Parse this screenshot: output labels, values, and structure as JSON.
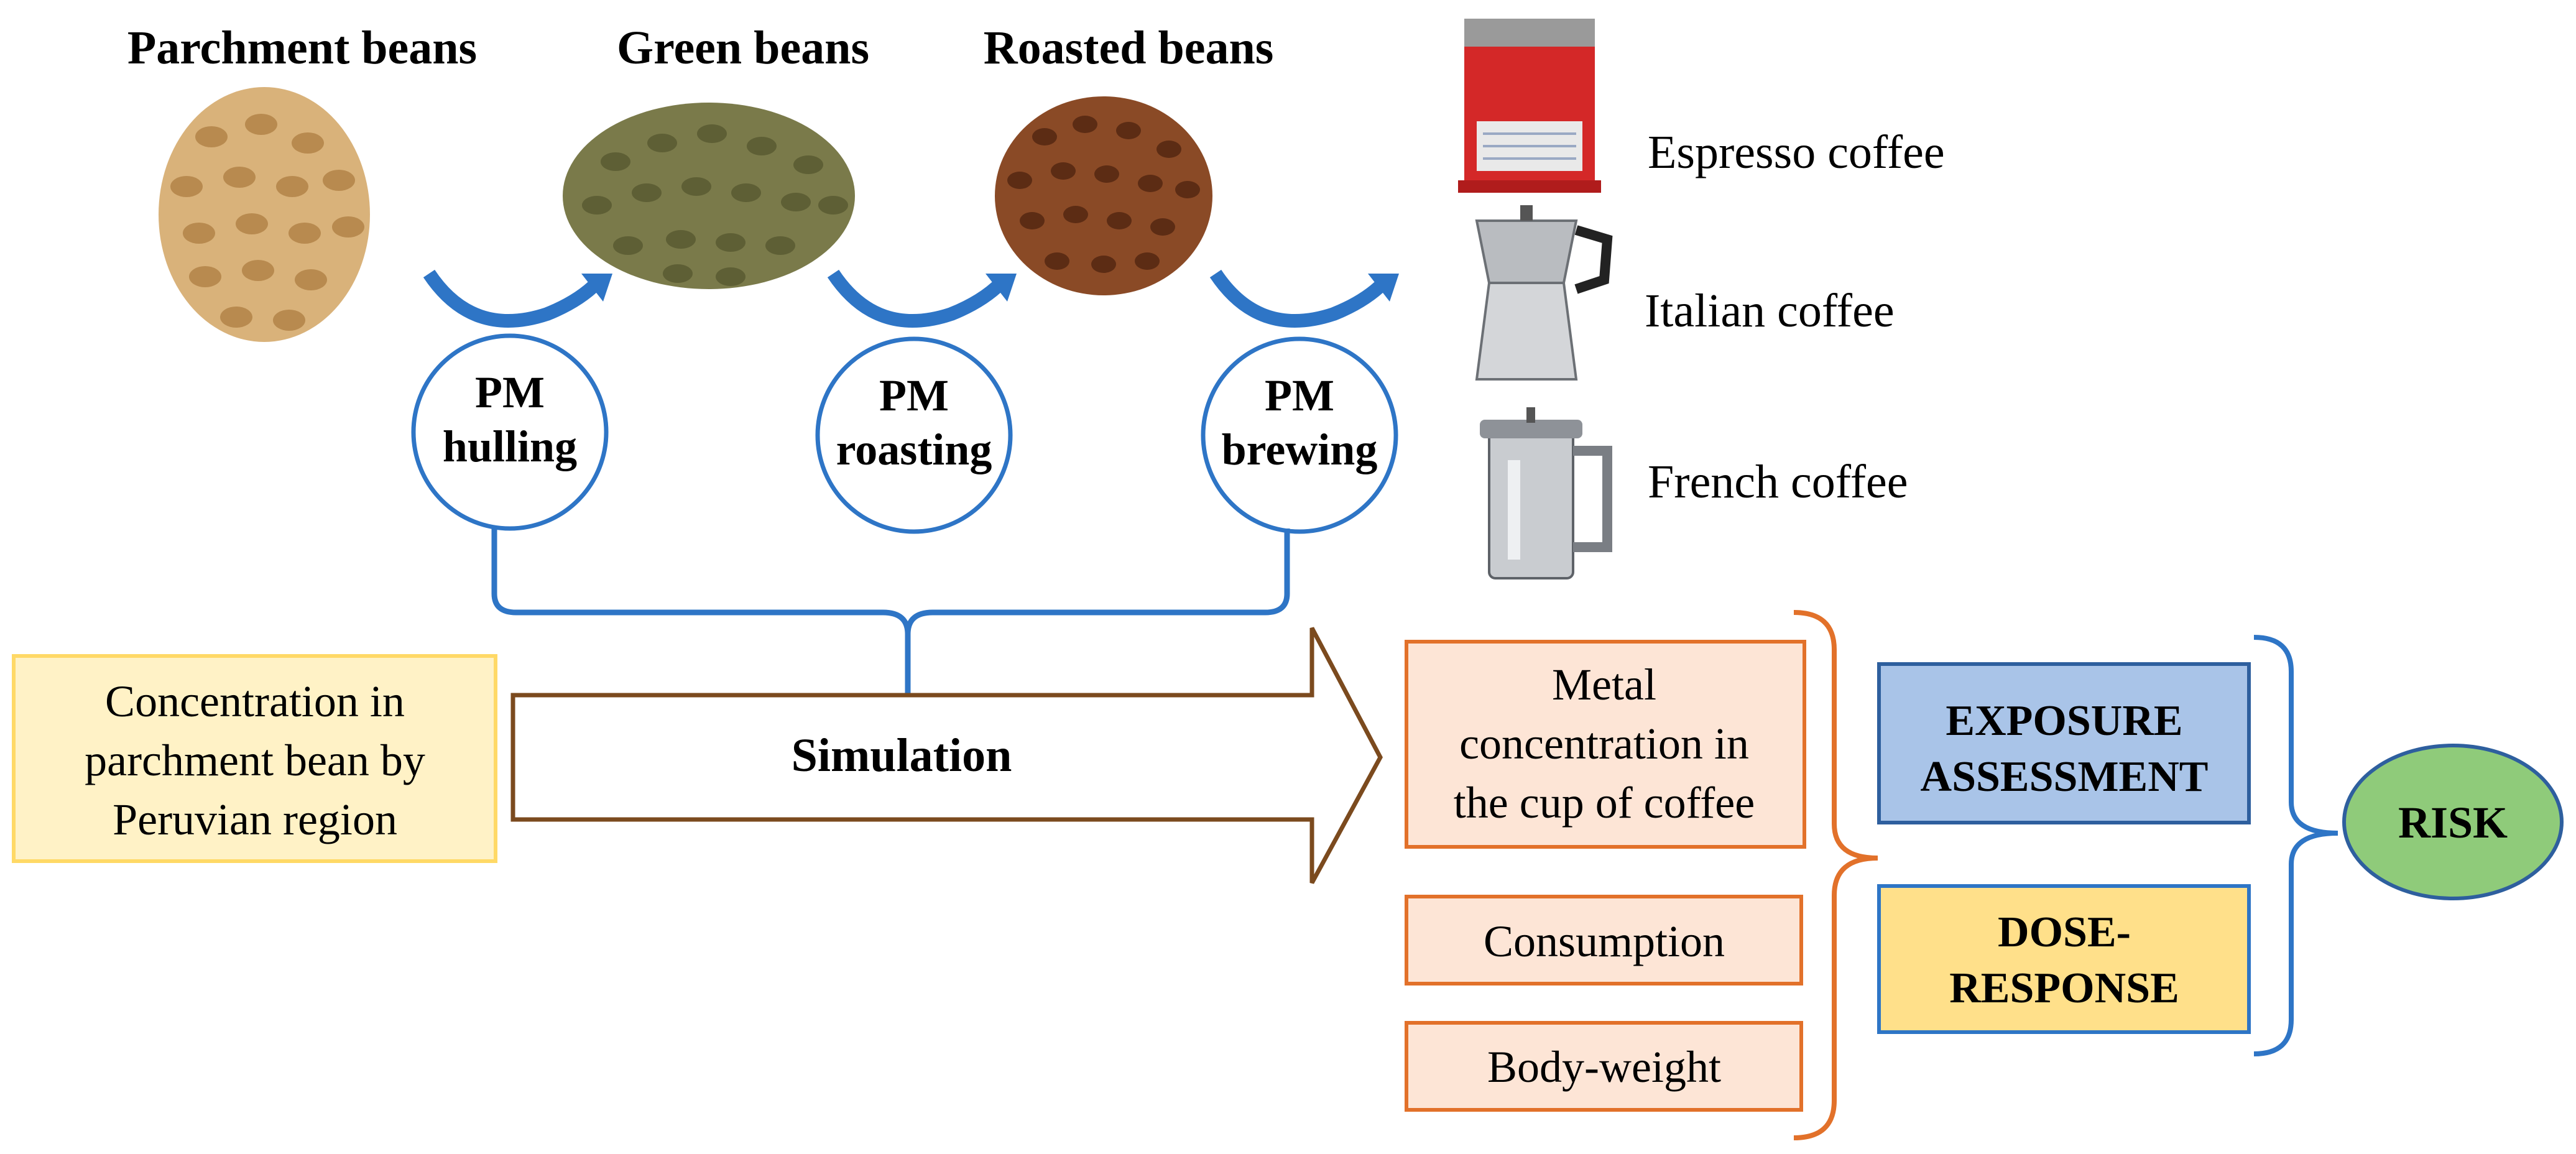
{
  "stages": {
    "parchment_label": "Parchment beans",
    "green_label": "Green beans",
    "roasted_label": "Roasted beans"
  },
  "brewing_methods": {
    "espresso_label": "Espresso coffee",
    "italian_label": "Italian coffee",
    "french_label": "French coffee"
  },
  "process_models": {
    "hulling": [
      "PM",
      "hulling"
    ],
    "roasting": [
      "PM",
      "roasting"
    ],
    "brewing": [
      "PM",
      "brewing"
    ]
  },
  "input_box": {
    "lines": [
      "Concentration in",
      "parchment bean by",
      "Peruvian region"
    ]
  },
  "simulation_label": "Simulation",
  "exposure_inputs": {
    "metal_lines": [
      "Metal",
      "concentration in",
      "the cup of coffee"
    ],
    "consumption_label": "Consumption",
    "bodyweight_label": "Body-weight"
  },
  "assessment": {
    "exposure_lines": [
      "EXPOSURE",
      "ASSESSMENT"
    ],
    "dose_lines": [
      "DOSE-",
      "RESPONSE"
    ]
  },
  "risk_label": "RISK",
  "colors": {
    "blue_line": "#2e75c6",
    "brown_arrow": "#7b4a1e",
    "orange_border": "#e2712a",
    "orange_fill": "#fde5d6",
    "yellow_fill": "#fff2c6",
    "yellow_border": "#ffd966",
    "exposure_fill": "#a9c4e8",
    "dose_fill": "#ffe08a",
    "risk_fill": "#8fcb7a"
  }
}
